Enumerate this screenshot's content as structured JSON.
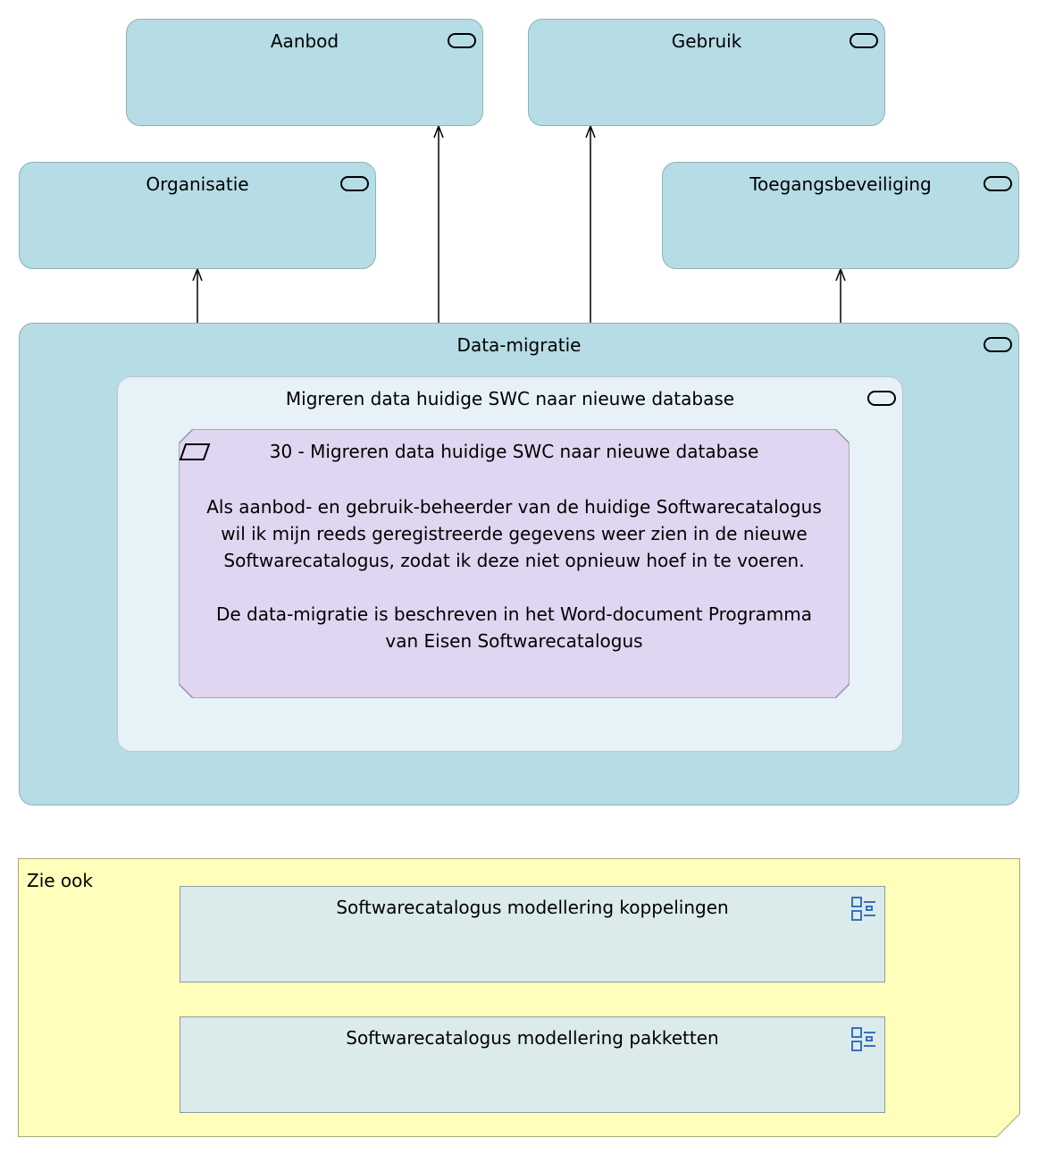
{
  "elements": {
    "aanbod": "Aanbod",
    "gebruik": "Gebruik",
    "organisatie": "Organisatie",
    "toegangsbeveiliging": "Toegangsbeveiliging",
    "data_migratie": "Data-migratie",
    "migreren": "Migreren data huidige SWC naar nieuwe database"
  },
  "requirement": {
    "title": "30 - Migreren data huidige SWC naar nieuwe database",
    "paragraph1": "Als aanbod- en gebruik-beheerder van de huidige Softwarecatalogus wil ik mijn reeds geregistreerde gegevens weer zien in de nieuwe Softwarecatalogus, zodat ik deze niet opnieuw hoef in te voeren.",
    "paragraph2": "De data-migratie is beschreven in het Word-document Programma van Eisen Softwarecatalogus"
  },
  "see_also": {
    "label": "Zie ook",
    "views": [
      "Softwarecatalogus modellering koppelingen",
      "Softwarecatalogus modellering pakketten"
    ]
  },
  "icons": {
    "service": "service-icon",
    "requirement": "requirement-parallelogram-icon",
    "view": "view-reference-icon"
  },
  "colors": {
    "service_fill": "#b6dce6",
    "inner_fill": "#e6f2f7",
    "requirement_fill": "#e0d6f1",
    "note_fill": "#ffffbb",
    "view_fill": "#dbebec"
  }
}
